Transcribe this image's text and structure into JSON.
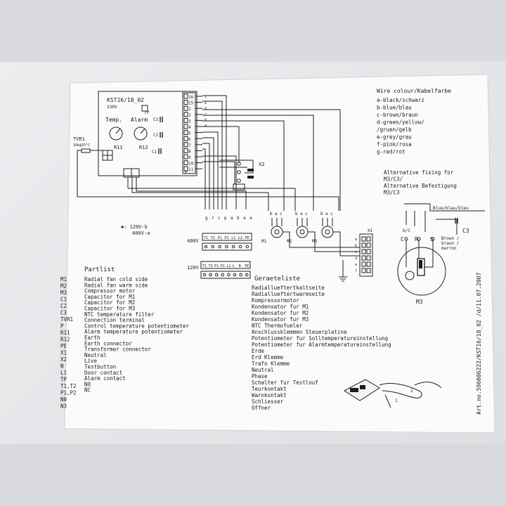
{
  "controller": {
    "model": "KST16/18_02",
    "voltage": "230V",
    "temp_label": "Temp.",
    "alarm_label": "Alarm",
    "r11": "R11",
    "r12": "R12",
    "tvr1": "TVR1",
    "tvr1_spec": "10k@25°C",
    "c1": "C1",
    "c2": "C2",
    "c3": "C3",
    "p": "P",
    "tp": "TP"
  },
  "terminals": [
    "16",
    "15",
    "1",
    "2",
    "3",
    "4",
    "5",
    "6",
    "7",
    "8",
    "9",
    "10",
    "11"
  ],
  "wire_letters_top": [
    "f",
    "e",
    "d",
    "c",
    "b",
    "a"
  ],
  "x2_label": "X2",
  "x1_label": "X1",
  "voltage_note": {
    "line1": "✱: 120V-b",
    "line2": "400V-a"
  },
  "strip_400": {
    "label": "400V",
    "wire_letters": [
      "g",
      "r",
      "c",
      "p",
      "a",
      "b",
      "a",
      "a"
    ],
    "terminals": [
      "T1",
      "T2",
      "P1",
      "P2",
      "L1",
      "L2",
      "PE"
    ]
  },
  "strip_120": {
    "label": "120V",
    "terminals": [
      "T1",
      "T2",
      "P1",
      "P2",
      "L1",
      "L",
      "N",
      "PE"
    ]
  },
  "motors": [
    {
      "name": "M1",
      "letters": [
        "b",
        "a",
        "c"
      ]
    },
    {
      "name": "M2",
      "letters": [
        "b",
        "a",
        "c"
      ]
    },
    {
      "name": "M3",
      "letters": [
        "b",
        "a",
        "c"
      ]
    }
  ],
  "x1_rows": [
    "a",
    "b",
    "c",
    "d",
    "e",
    "f"
  ],
  "wire_colours": {
    "title": "Wire colour/Kabelfarbe",
    "lines": [
      "a-black/schwarz",
      "b-blue/blau",
      "c-brown/braun",
      "d-green/yellow/",
      "    /gruen/gelb",
      "e-grey/grau",
      "f-pink/rosa",
      "g-red/rot"
    ]
  },
  "alt_fixing": {
    "lines": [
      "Alternative fixing for",
      "M3/C3/",
      "Alternative Befestigung",
      "M3/C3"
    ],
    "blue": "Blue/blau/bleu",
    "c3": "C3",
    "cr": "C",
    "r": "R",
    "s": "S",
    "brown": "Brown /",
    "braun": "braun /",
    "marron": "marron",
    "bc": "b/C",
    "m3": "M3"
  },
  "partlist": {
    "title": "Partlist",
    "codes": [
      "M1",
      "M2",
      "M3",
      "C1",
      "C2",
      "C3",
      "TVR1",
      "P",
      "R11",
      "R12",
      "PE",
      "X1",
      "X2",
      "N",
      "L1",
      "TP",
      "T1,T2",
      "P1,P2",
      "N0",
      "N3"
    ],
    "items": [
      "Radial fan cold side",
      "Radial fan warm side",
      "Compressor motor",
      "Capacitor for M1",
      "Capacitor for M2",
      "Capacitor for M3",
      "NTC temperature filter",
      "Connection terminal",
      "Control temperature potentiometer",
      "Alarm temperature potentiometer",
      "Earth",
      "Earth connector",
      "Transformer connector",
      "Neutral",
      "Live",
      "Testbutton",
      "Door contact",
      "Alarm contact",
      "NO",
      "NC"
    ]
  },
  "geraeteliste": {
    "title": "Geraeteliste",
    "items": [
      "Radiallueftertkaltseite",
      "Radiallueftertwarmseite",
      "Kompressormotor",
      "Kondensator fur M1",
      "Kondensator fur M2",
      "Kondensator fur M3",
      "NTC Thermofueler",
      "Anschlussklemmen Steuerplatine",
      "Potentiometer fur Solltemperatureinstellung",
      "Potentiometer fur Alarmtemperatureinstellung",
      "Erde",
      "Erd Klemme",
      "Trafo Klemme",
      "Neutral",
      "Phase",
      "Schalter fur Testlouf",
      "Teurkontakt",
      "Warnkontakt",
      "Schliesser",
      "Offner"
    ]
  },
  "side_code": "Art.no.596006222/KST16/18_02 /d/11.07.2007",
  "arrows": {
    "one": "1",
    "two": "2"
  }
}
